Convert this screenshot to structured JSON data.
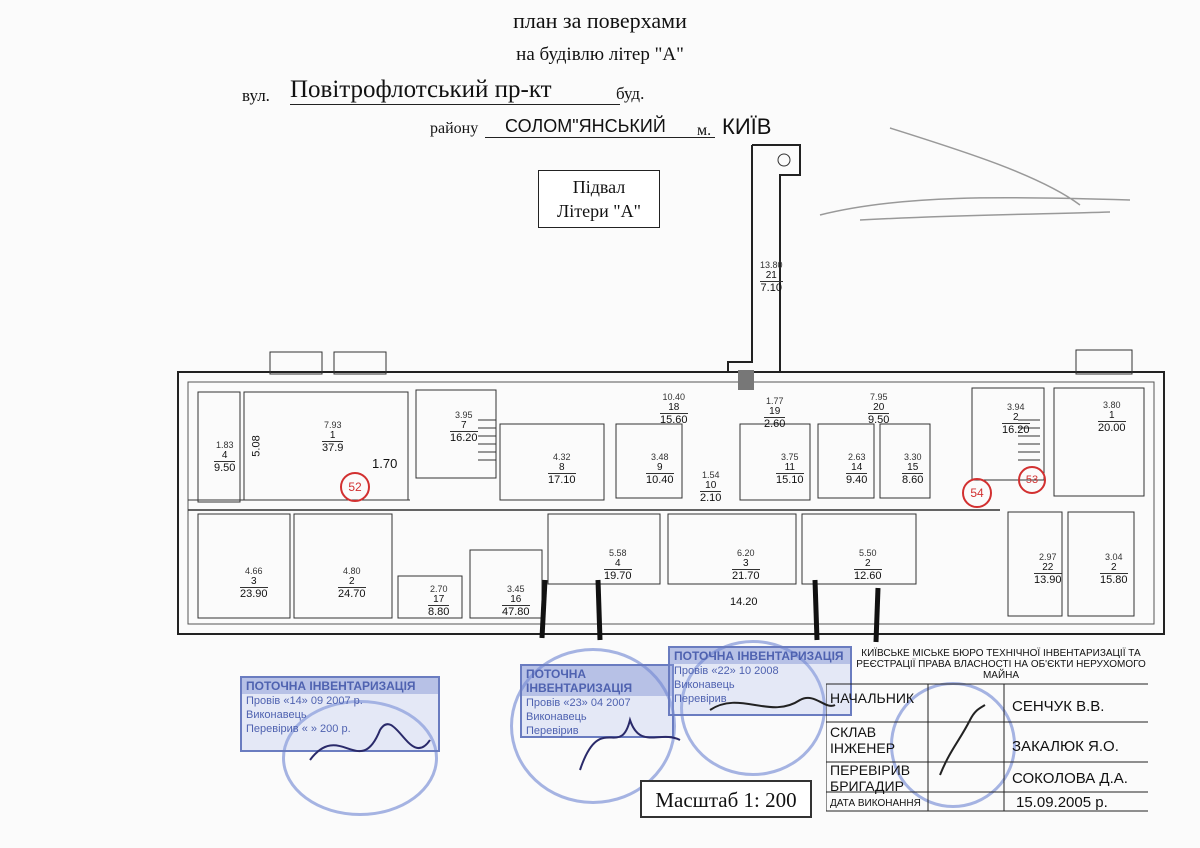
{
  "header": {
    "title": "план за  поверхами",
    "subtitle": "на  будівлю літер  \"А\"",
    "street_label": "вул.",
    "street": "Повітрофлотський пр-кт",
    "building_label": "буд.",
    "district_label": "району",
    "district": "СОЛОМ\"ЯНСЬКИЙ",
    "city_label": "м.",
    "city": "КИЇВ"
  },
  "floor_label": {
    "line1": "Підвал",
    "line2": "Літери  \"А\""
  },
  "scale": "Масштаб 1: 200",
  "title_block": {
    "org": "КИЇВСЬКЕ МІСЬКЕ БЮРО ТЕХНІЧНОЇ ІНВЕНТАРИЗАЦІЇ ТА РЕЄСТРАЦІЇ ПРАВА ВЛАСНОСТІ НА ОБ'ЄКТИ НЕРУХОМОГО МАЙНА",
    "rows": [
      {
        "label": "НАЧАЛЬНИК",
        "value": "СЕНЧУК В.В."
      },
      {
        "label": "СКЛАВ",
        "value": ""
      },
      {
        "label": "ІНЖЕНЕР",
        "value": "ЗАКАЛЮК Я.О."
      },
      {
        "label": "ПЕРЕВІРИВ",
        "value": ""
      },
      {
        "label": "БРИГАДИР",
        "value": "СОКОЛОВА Д.А."
      }
    ],
    "date_label": "ДАТА ВИКОНАННЯ",
    "date_value": "15.09.2005 р."
  },
  "stamps": [
    {
      "head": "ПОТОЧНА ІНВЕНТАРИЗАЦІЯ",
      "line1": "Провів «14» 09  2007 р.",
      "line2": "Виконавець",
      "line3": "Перевірив «  »  200  р."
    },
    {
      "head": "ПОТОЧНА ІНВЕНТАРИЗАЦІЯ",
      "line1": "Провів «23» 04  2007",
      "line2": "Виконавець",
      "line3": "Перевірив"
    },
    {
      "head": "ПОТОЧНА ІНВЕНТАРИЗАЦІЯ",
      "line1": "Провів «22» 10  2008",
      "line2": "Виконавець",
      "line3": "Перевірив"
    }
  ],
  "rooms": [
    {
      "no": "1",
      "area": "37.9",
      "dim": "7.93"
    },
    {
      "no": "4",
      "area": "9.50",
      "dim": "1.83"
    },
    {
      "no": "3",
      "area": "23.90",
      "dim": "4.66"
    },
    {
      "no": "2",
      "area": "24.70",
      "dim": "4.80"
    },
    {
      "no": "7",
      "area": "16.20",
      "dim": "3.95"
    },
    {
      "no": "8",
      "area": "17.10",
      "dim": "4.32"
    },
    {
      "no": "9",
      "area": "10.40",
      "dim": "3.48"
    },
    {
      "no": "10",
      "area": "2.10",
      "dim": "1.54"
    },
    {
      "no": "18",
      "area": "15.60",
      "dim": "10.40"
    },
    {
      "no": "19",
      "area": "2.60",
      "dim": "1.77"
    },
    {
      "no": "20",
      "area": "9.50",
      "dim": "7.95"
    },
    {
      "no": "11",
      "area": "15.10",
      "dim": "3.75"
    },
    {
      "no": "14",
      "area": "9.40",
      "dim": "2.63"
    },
    {
      "no": "15",
      "area": "8.60",
      "dim": "3.30"
    },
    {
      "no": "4",
      "area": "19.70",
      "dim": "5.58"
    },
    {
      "no": "3",
      "area": "21.70",
      "dim": "6.20"
    },
    {
      "no": "2",
      "area": "12.60",
      "dim": "5.50"
    },
    {
      "no": "17",
      "area": "8.80",
      "dim": "2.70"
    },
    {
      "no": "16",
      "area": "47.80",
      "dim": "3.45"
    },
    {
      "no": "2",
      "area": "16.20",
      "dim": "3.94"
    },
    {
      "no": "1",
      "area": "20.00",
      "dim": "3.80"
    },
    {
      "no": "22",
      "area": "13.90",
      "dim": "2.97"
    },
    {
      "no": "2",
      "area": "15.80",
      "dim": "3.04"
    },
    {
      "no": "21",
      "area": "7.10",
      "dim": "13.80"
    }
  ],
  "markers": [
    "52",
    "54",
    "53"
  ],
  "dim_1_70": "1.70",
  "dim_14_20": "14.20",
  "dim_5_08": "5.08",
  "colors": {
    "ink": "#1a1a1a",
    "stamp_blue": "#5a6fc0",
    "paper": "#fbfbfb",
    "marker_red": "#d23030"
  }
}
